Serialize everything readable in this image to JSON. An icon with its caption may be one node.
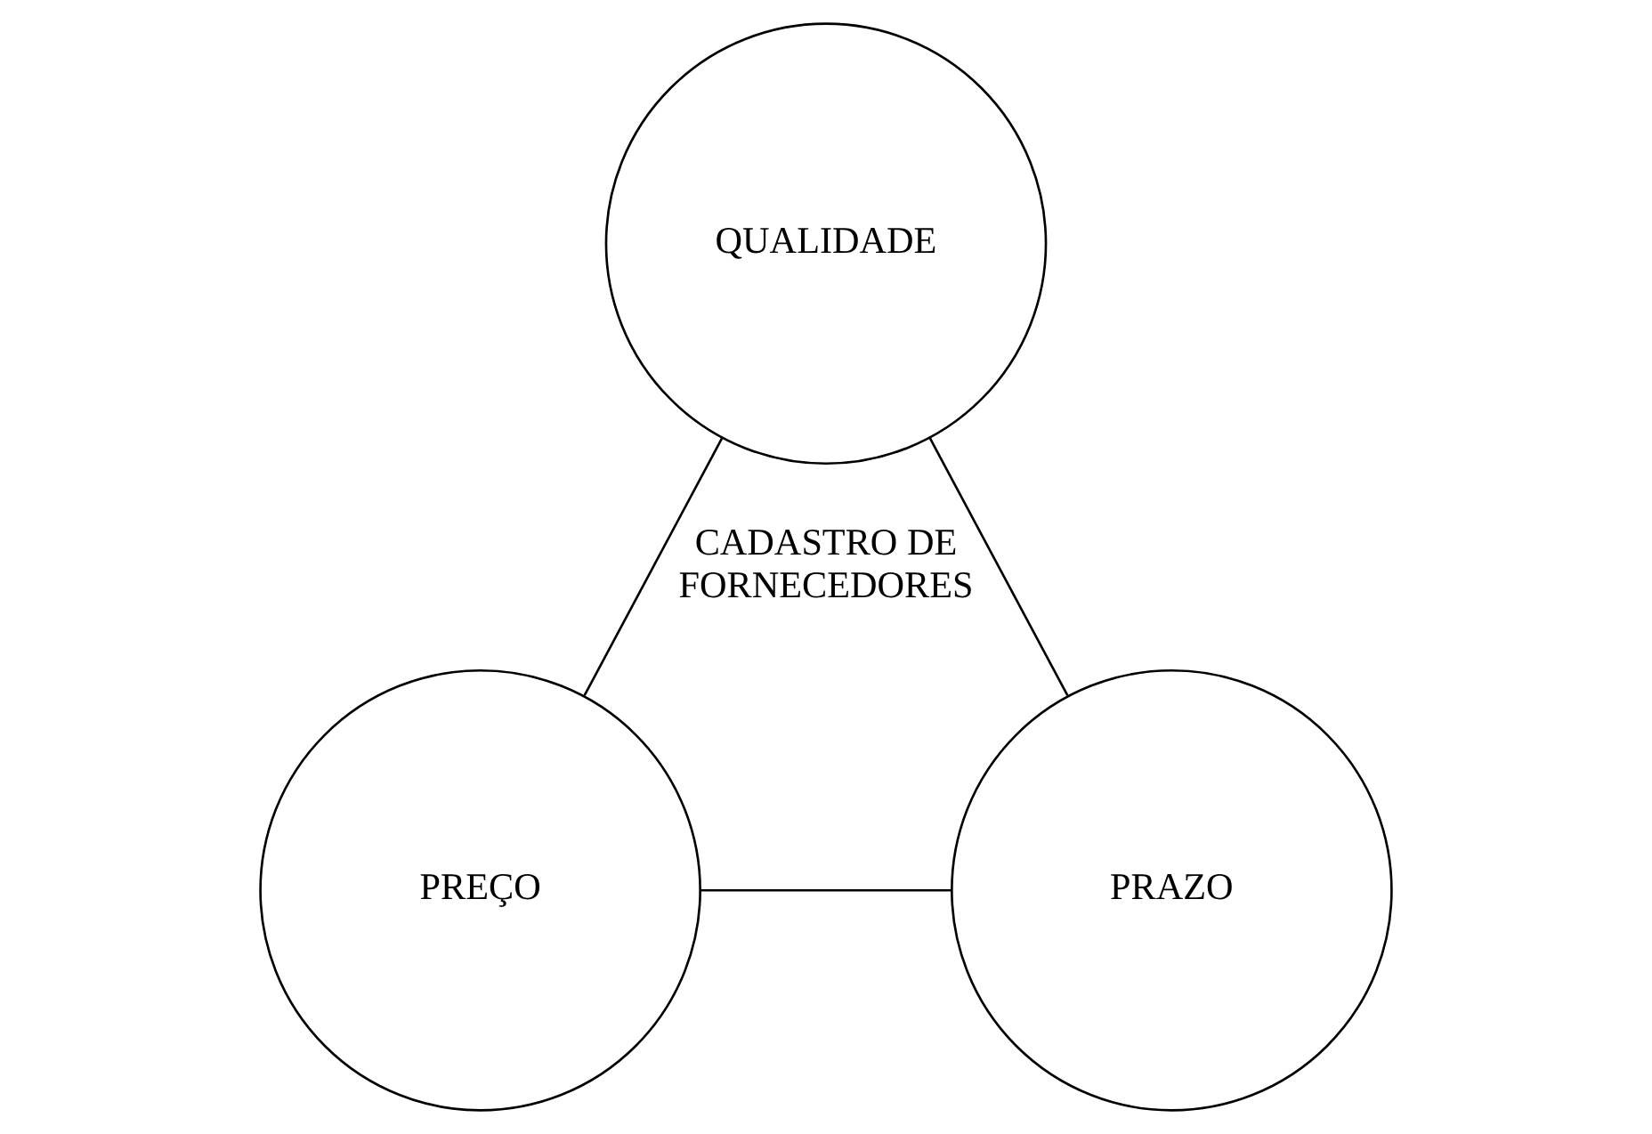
{
  "diagram": {
    "nodes": [
      {
        "text": [
          "QUALIDADE"
        ]
      },
      {
        "text": [
          "PREÇO"
        ]
      },
      {
        "text": [
          "PRAZO"
        ]
      }
    ],
    "edges": [
      {
        "from": 0,
        "to": 1,
        "arrow": "none"
      },
      {
        "from": 0,
        "to": 2,
        "arrow": "none"
      },
      {
        "from": 1,
        "to": 2,
        "arrow": "none"
      }
    ],
    "labels": [
      "CADASTRO DE FORNECEDORES"
    ]
  }
}
